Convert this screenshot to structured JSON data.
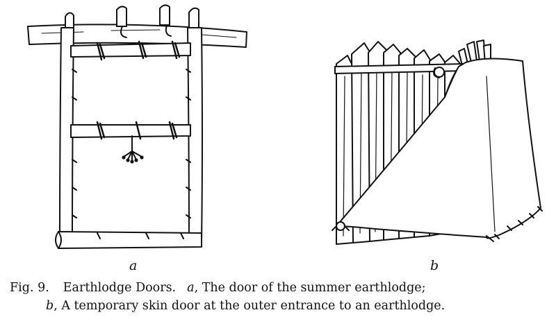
{
  "figure": {
    "panel_a_label": "a",
    "panel_b_label": "b"
  },
  "caption": {
    "fig_number": "Fig. 9.",
    "title": "Earthlodge Doors.",
    "part_a_letter": "a",
    "part_a_text": ", The door of the summer earthlodge;",
    "part_b_letter": "b",
    "part_b_text": ", A temporary skin door at the outer entrance to an earthlodge."
  }
}
